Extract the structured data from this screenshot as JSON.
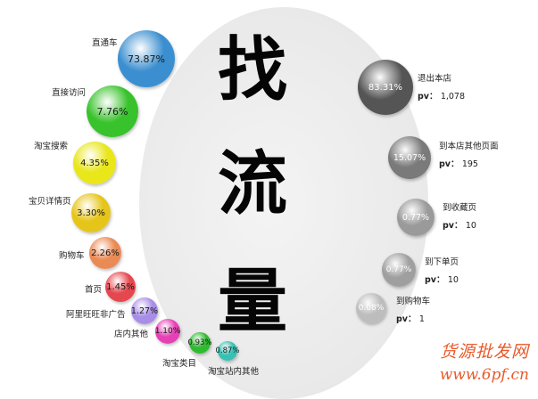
{
  "headline": [
    "找",
    "流",
    "量"
  ],
  "sources": [
    {
      "label": "直通车",
      "value": "73.87%",
      "color": "#3b8fd0"
    },
    {
      "label": "直接访问",
      "value": "7.76%",
      "color": "#38c22b"
    },
    {
      "label": "淘宝搜索",
      "value": "4.35%",
      "color": "#e9e61a"
    },
    {
      "label": "宝贝详情页",
      "value": "3.30%",
      "color": "#e6c51a"
    },
    {
      "label": "购物车",
      "value": "2.26%",
      "color": "#ea8a55"
    },
    {
      "label": "首页",
      "value": "1.45%",
      "color": "#e5474f"
    },
    {
      "label": "阿里旺旺非广告",
      "value": "1.27%",
      "color": "#a98ee8"
    },
    {
      "label": "店内其他",
      "value": "1.10%",
      "color": "#e640b5"
    },
    {
      "label": "淘宝类目",
      "value": "0.93%",
      "color": "#2fbb2f"
    },
    {
      "label": "淘宝站内其他",
      "value": "0.87%",
      "color": "#35c1b3"
    }
  ],
  "exits": [
    {
      "label": "退出本店",
      "value": "83.31%",
      "pv_label": "pv：",
      "pv": "1,078",
      "color": "#555555"
    },
    {
      "label": "到本店其他页面",
      "value": "15.07%",
      "pv_label": "pv：",
      "pv": "195",
      "color": "#7a7a7a"
    },
    {
      "label": "到收藏页",
      "value": "0.77%",
      "pv_label": "pv：",
      "pv": "10",
      "color": "#9a9a9a"
    },
    {
      "label": "到下单页",
      "value": "0.77%",
      "pv_label": "pv：",
      "pv": "10",
      "color": "#9f9f9f"
    },
    {
      "label": "到购物车",
      "value": "0.08%",
      "pv_label": "pv：",
      "pv": "1",
      "color": "#bdbdbd"
    }
  ],
  "watermark": {
    "line1": "货源批发网",
    "line2": "www.6pf.cn",
    "color": "#e85a2a"
  }
}
